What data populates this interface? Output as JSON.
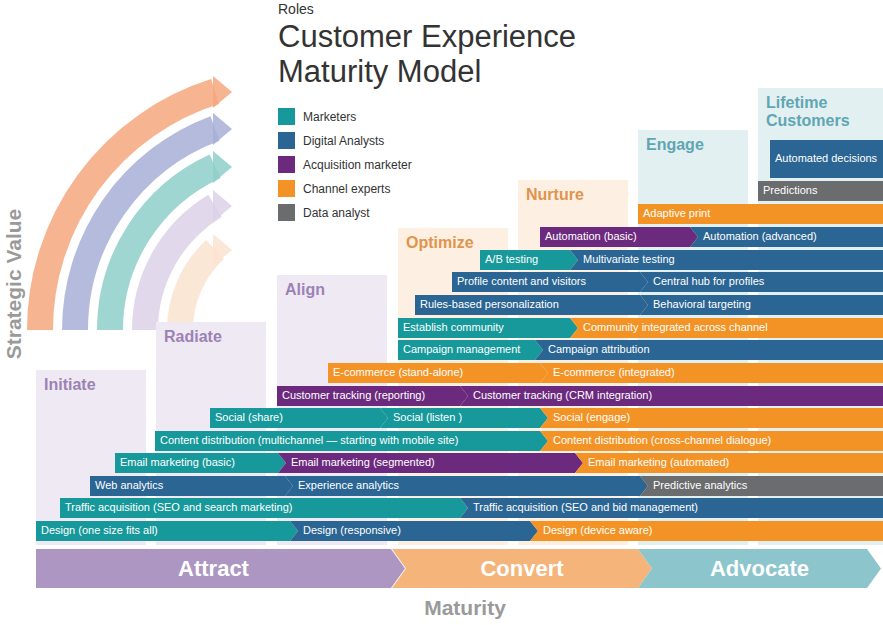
{
  "diagram": {
    "title": "Customer Experience Maturity Model",
    "nodes": [
      {
        "text": [
          "Initiate"
        ]
      },
      {
        "text": [
          "Radiate"
        ]
      },
      {
        "text": [
          "Align"
        ]
      },
      {
        "text": [
          "Optimize"
        ]
      },
      {
        "text": [
          "Nurture"
        ]
      },
      {
        "text": [
          "Engage"
        ]
      },
      {
        "text": [
          "Lifetime Customers"
        ]
      },
      {
        "text": [
          "Automated decisions"
        ]
      },
      {
        "text": [
          "Predictions"
        ]
      },
      {
        "text": [
          "Adaptive print"
        ]
      },
      {
        "text": [
          "Automation (basic)"
        ]
      },
      {
        "text": [
          "Automation (advanced)"
        ]
      },
      {
        "text": [
          "A/B testing"
        ]
      },
      {
        "text": [
          "Multivariate testing"
        ]
      },
      {
        "text": [
          "Profile content and visitors"
        ]
      },
      {
        "text": [
          "Central hub for profiles"
        ]
      },
      {
        "text": [
          "Rules-based personalization"
        ]
      },
      {
        "text": [
          "Behavioral targeting"
        ]
      },
      {
        "text": [
          "Establish community"
        ]
      },
      {
        "text": [
          "Community integrated across channel"
        ]
      },
      {
        "text": [
          "Campaign management"
        ]
      },
      {
        "text": [
          "Campaign attribution"
        ]
      },
      {
        "text": [
          "E-commerce (stand-alone)"
        ]
      },
      {
        "text": [
          "E-commerce (integrated)"
        ]
      },
      {
        "text": [
          "Customer tracking (reporting)"
        ]
      },
      {
        "text": [
          "Customer tracking (CRM integration)"
        ]
      },
      {
        "text": [
          "Social (share)"
        ]
      },
      {
        "text": [
          "Social (listen )"
        ]
      },
      {
        "text": [
          "Social (engage)"
        ]
      },
      {
        "text": [
          "Content distribution (multichannel — starting with mobile site)"
        ]
      },
      {
        "text": [
          "Content distribution (cross-channel dialogue)"
        ]
      },
      {
        "text": [
          "Email marketing (basic)"
        ]
      },
      {
        "text": [
          "Email marketing (segmented)"
        ]
      },
      {
        "text": [
          "Email marketing (automated)"
        ]
      },
      {
        "text": [
          "Web analytics"
        ]
      },
      {
        "text": [
          "Experience analytics"
        ]
      },
      {
        "text": [
          "Predictive analytics"
        ]
      },
      {
        "text": [
          "Traffic acquisition (SEO and search marketing)"
        ]
      },
      {
        "text": [
          "Traffic acquisition (SEO and bid management)"
        ]
      },
      {
        "text": [
          "Design (one size fits all)"
        ]
      },
      {
        "text": [
          "Design (responsive)"
        ]
      },
      {
        "text": [
          "Design (device aware)"
        ]
      },
      {
        "text": [
          "Attract"
        ]
      },
      {
        "text": [
          "Convert"
        ]
      },
      {
        "text": [
          "Advocate"
        ]
      }
    ],
    "labels": [
      "Roles",
      "Strategic Value",
      "Maturity"
    ],
    "legend": [
      {
        "text": "Marketers",
        "color": "#17999b"
      },
      {
        "text": "Digital Analysts",
        "color": "#2b6593"
      },
      {
        "text": "Acquisition marketer",
        "color": "#6c2a7e"
      },
      {
        "text": "Channel experts",
        "color": "#f39325"
      },
      {
        "text": "Data analyst",
        "color": "#6b6c6e"
      }
    ]
  }
}
